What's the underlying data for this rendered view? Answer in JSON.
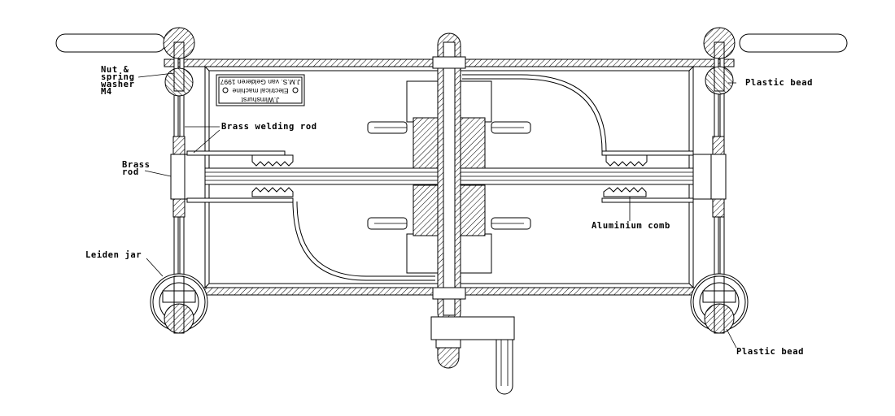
{
  "labels": {
    "nut_line1": "Nut &",
    "nut_line2": "spring",
    "nut_line3": "washer",
    "nut_line4": "M4",
    "plastic_bead_top": "Plastic bead",
    "brass_welding_rod": "Brass welding rod",
    "brass_rod_line1": "Brass",
    "brass_rod_line2": "rod",
    "aluminium_comb": "Aluminium comb",
    "leiden_jar": "Leiden jar",
    "plastic_bead_bottom": "Plastic bead"
  },
  "nameplate": {
    "line1": "J.Wimshurst",
    "line2": "Electrical machine",
    "line3": "J.M.S. van Gelderen 1997"
  }
}
